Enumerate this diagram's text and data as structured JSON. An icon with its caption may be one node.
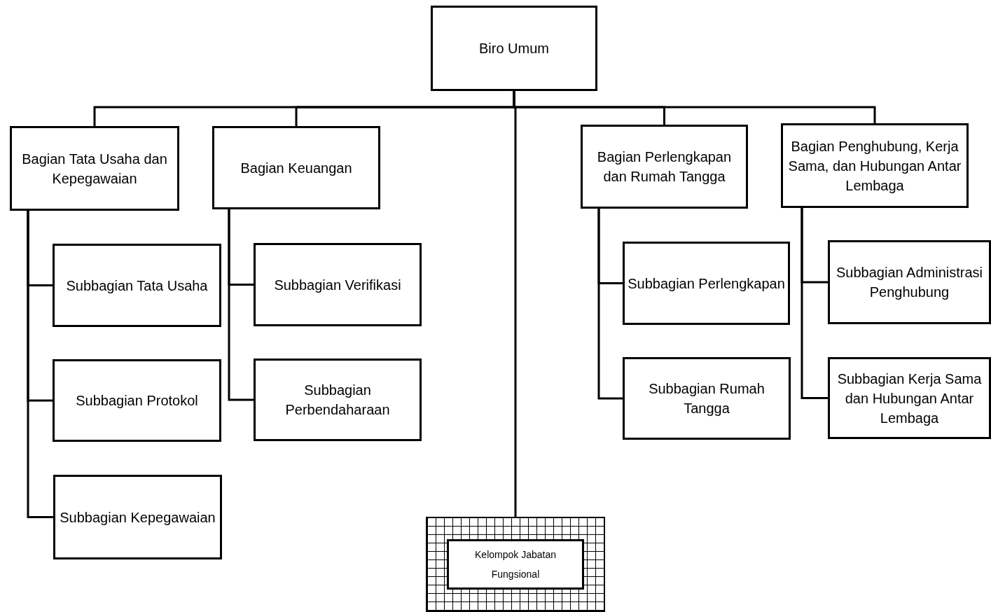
{
  "diagram": {
    "nodes": [
      {
        "text": [
          "Biro Umum"
        ]
      },
      {
        "text": [
          "Bagian Tata Usaha dan Kepegawaian"
        ]
      },
      {
        "text": [
          "Bagian Keuangan"
        ]
      },
      {
        "text": [
          "Bagian Perlengkapan dan Rumah Tangga"
        ]
      },
      {
        "text": [
          "Bagian Penghubung, Kerja Sama, dan Hubungan Antar Lembaga"
        ]
      },
      {
        "text": [
          "Subbagian Tata Usaha"
        ]
      },
      {
        "text": [
          "Subbagian Protokol"
        ]
      },
      {
        "text": [
          "Subbagian Kepegawaian"
        ]
      },
      {
        "text": [
          "Subbagian Verifikasi"
        ]
      },
      {
        "text": [
          "Subbagian Perbendaharaan"
        ]
      },
      {
        "text": [
          "Subbagian Perlengkapan"
        ]
      },
      {
        "text": [
          "Subbagian Rumah Tangga"
        ]
      },
      {
        "text": [
          "Subbagian Administrasi Penghubung"
        ]
      },
      {
        "text": [
          "Subbagian Kerja Sama dan Hubungan Antar Lembaga"
        ]
      },
      {
        "text": [
          "Kelompok Jabatan Fungsional"
        ]
      }
    ],
    "edges": [
      {
        "from": 0,
        "to": 1,
        "arrow": "none"
      },
      {
        "from": 0,
        "to": 2,
        "arrow": "none"
      },
      {
        "from": 0,
        "to": 3,
        "arrow": "none"
      },
      {
        "from": 0,
        "to": 4,
        "arrow": "none"
      },
      {
        "from": 0,
        "to": 14,
        "arrow": "none"
      },
      {
        "from": 1,
        "to": 5,
        "arrow": "none"
      },
      {
        "from": 1,
        "to": 6,
        "arrow": "none"
      },
      {
        "from": 1,
        "to": 7,
        "arrow": "none"
      },
      {
        "from": 2,
        "to": 8,
        "arrow": "none"
      },
      {
        "from": 2,
        "to": 9,
        "arrow": "none"
      },
      {
        "from": 3,
        "to": 10,
        "arrow": "none"
      },
      {
        "from": 3,
        "to": 11,
        "arrow": "none"
      },
      {
        "from": 4,
        "to": 12,
        "arrow": "none"
      },
      {
        "from": 4,
        "to": 13,
        "arrow": "none"
      }
    ]
  }
}
